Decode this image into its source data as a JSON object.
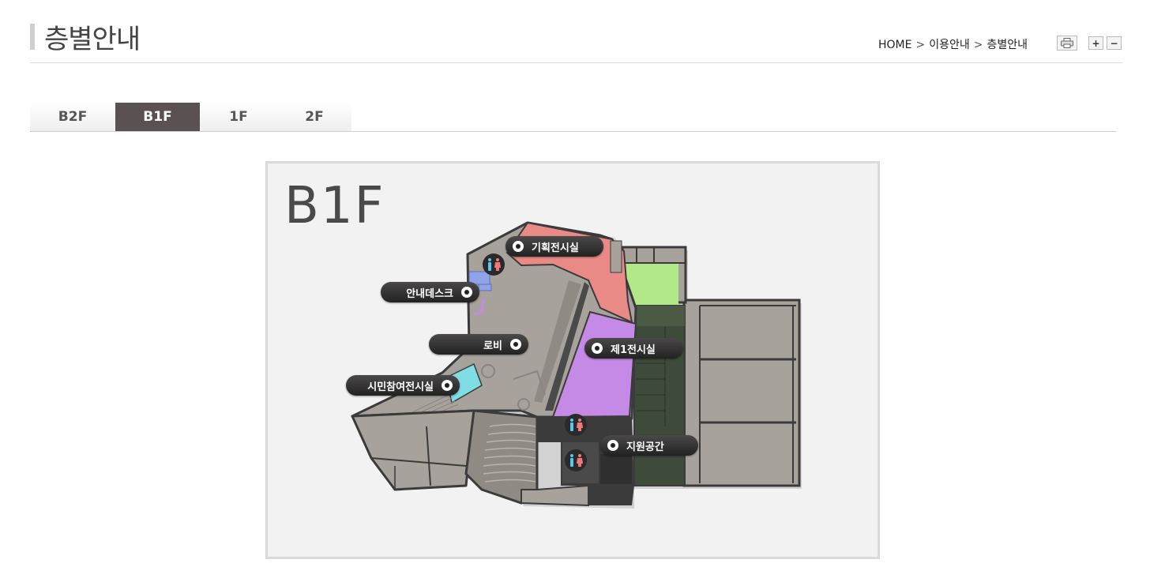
{
  "header": {
    "title": "층별안내",
    "breadcrumb": [
      "HOME",
      "이용안내",
      "층별안내"
    ],
    "breadcrumb_sep": ">",
    "zoom_in_label": "+",
    "zoom_out_label": "−"
  },
  "tabs": [
    {
      "label": "B2F",
      "active": false
    },
    {
      "label": "B1F",
      "active": true
    },
    {
      "label": "1F",
      "active": false
    },
    {
      "label": "2F",
      "active": false
    }
  ],
  "map": {
    "floor_label": "B1F",
    "locations": {
      "planning_exhibition": "기획전시실",
      "info_desk": "안내데스크",
      "lobby": "로비",
      "citizen_exhibition": "시민참여전시실",
      "exhibition_1": "제1전시실",
      "support_space": "지원공간"
    },
    "colors": {
      "planning_exhibition": "#e98a86",
      "exhibition_1": "#c58ae6",
      "citizen_exhibition": "#7fdde3",
      "info_desk": "#8fa4e6",
      "green_room": "#b2e887",
      "wall": "#3b3b3b",
      "floor": "#a7a29c"
    }
  },
  "icons": [
    "print-icon",
    "zoom-in-icon",
    "zoom-out-icon",
    "restroom-icon",
    "location-marker-icon"
  ]
}
